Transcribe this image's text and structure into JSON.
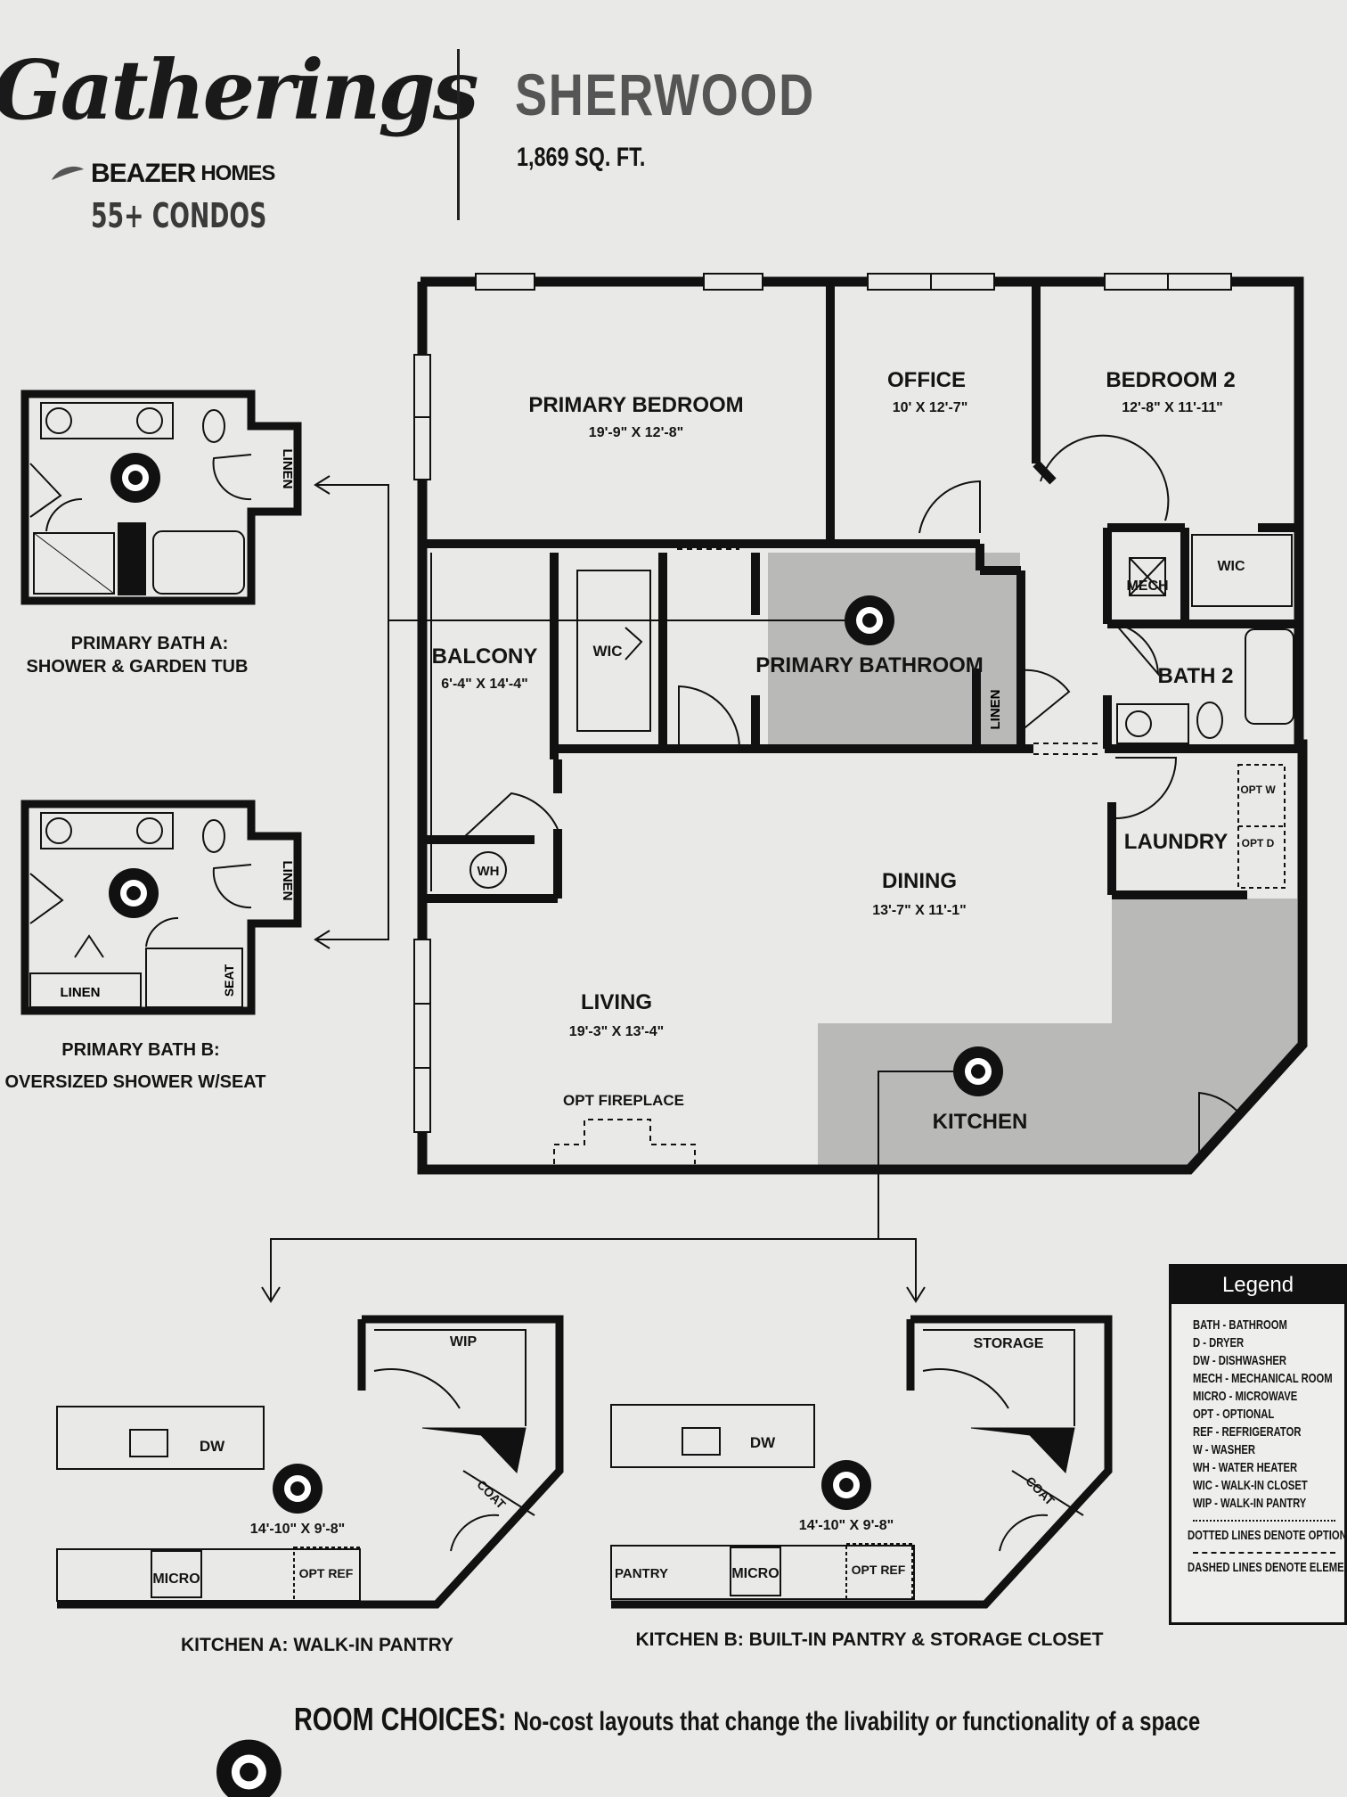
{
  "brand": {
    "logo_text": "Gatherings",
    "builder_main": "BEAZER",
    "builder_sub": "HOMES",
    "community": "55+ CONDOS"
  },
  "plan": {
    "name": "SHERWOOD",
    "area": "1,869 SQ. FT."
  },
  "rooms": {
    "primary_bedroom": {
      "name": "PRIMARY BEDROOM",
      "size": "19'-9\" X 12'-8\""
    },
    "office": {
      "name": "OFFICE",
      "size": "10' X 12'-7\""
    },
    "bedroom2": {
      "name": "BEDROOM 2",
      "size": "12'-8\" X 11'-11\""
    },
    "balcony": {
      "name": "BALCONY",
      "size": "6'-4\" X 14'-4\""
    },
    "primary_wic": "WIC",
    "primary_bathroom": "PRIMARY BATHROOM",
    "linen": "LINEN",
    "mech": "MECH",
    "bed2_wic": "WIC",
    "bath2": "BATH 2",
    "laundry": "LAUNDRY",
    "opt_w": "OPT W",
    "opt_d": "OPT D",
    "water_heater": "WH",
    "dining": {
      "name": "DINING",
      "size": "13'-7\" X 11'-1\""
    },
    "living": {
      "name": "LIVING",
      "size": "19'-3\" X 13'-4\""
    },
    "opt_fireplace": "OPT FIREPLACE",
    "kitchen": "KITCHEN"
  },
  "bath_options": {
    "a": {
      "title_line1": "PRIMARY  BATH A:",
      "title_line2": "SHOWER & GARDEN TUB",
      "linen": "LINEN"
    },
    "b": {
      "title_line1": "PRIMARY BATH B:",
      "title_line2": "OVERSIZED SHOWER W/SEAT",
      "linen_side": "LINEN",
      "linen_bottom": "LINEN",
      "seat": "SEAT"
    }
  },
  "kitchen_options": {
    "a": {
      "title": "KITCHEN A: WALK-IN PANTRY",
      "pantry": "WIP",
      "dw": "DW",
      "coat": "COAT",
      "size": "14'-10\" X 9'-8\"",
      "micro": "MICRO",
      "opt_ref": "OPT REF"
    },
    "b": {
      "title": "KITCHEN B:  BUILT-IN PANTRY & STORAGE CLOSET",
      "storage": "STORAGE",
      "dw": "DW",
      "coat": "COAT",
      "size": "14'-10\" X 9'-8\"",
      "pantry": "PANTRY",
      "micro": "MICRO",
      "opt_ref": "OPT REF"
    }
  },
  "legend": {
    "title": "Legend",
    "items": [
      "BATH - BATHROOM",
      "D - DRYER",
      "DW - DISHWASHER",
      "MECH - MECHANICAL ROOM",
      "MICRO - MICROWAVE",
      "OPT - OPTIONAL",
      "REF - REFRIGERATOR",
      "W - WASHER",
      "WH - WATER HEATER",
      "WIC - WALK-IN CLOSET",
      "WIP - WALK-IN PANTRY"
    ],
    "dotted_note": "DOTTED LINES DENOTE OPTIONAL ITEMS",
    "dashed_note": "DASHED LINES DENOTE ELEMENTS ABOVE AND BELOW"
  },
  "footer": {
    "label": "ROOM CHOICES:",
    "text": "No-cost layouts that change the livability or functionality of a space"
  },
  "colors": {
    "wall": "#111111",
    "shade": "#b9b9b8",
    "paper": "#e9e9e7"
  }
}
